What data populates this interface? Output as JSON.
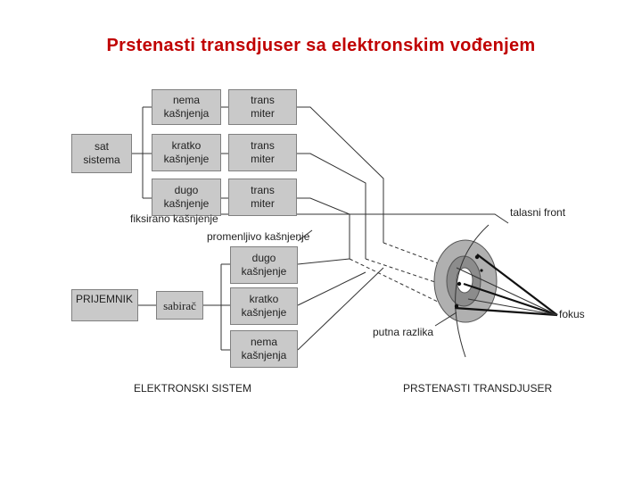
{
  "title": "Prstenasti transdjuser sa elektronskim vođenjem",
  "boxes": {
    "sat_sistema": "sat\nsistema",
    "tx_delay_none": "nema\nkašnjenja",
    "tx_delay_short": "kratko\nkašnjenje",
    "tx_delay_long": "dugo\nkašnjenje",
    "transmitter_1": "trans\nmiter",
    "transmitter_2": "trans\nmiter",
    "transmitter_3": "trans\nmiter",
    "prijemnik": "PRIJEMNIK",
    "sabirac": "sabirač",
    "rx_delay_long": "dugo\nkašnjenje",
    "rx_delay_short": "kratko\nkašnjenje",
    "rx_delay_none": "nema\nkašnjenja"
  },
  "labels": {
    "fiksirano": "fiksirano kašnjenje",
    "promenljivo": "promenljivo kašnjenje",
    "talasni_front": "talasni front",
    "fokus": "fokus",
    "putna_razlika": "putna razlika",
    "elektronski_sistem": "ELEKTRONSKI SISTEM",
    "prstenasti_transdjuser": "PRSTENASTI TRANSDJUSER"
  },
  "colors": {
    "title": "#c00000",
    "box_fill": "#c9c9c9",
    "box_border": "#808080",
    "line": "#333333",
    "ring_outer": "#b0b0b0",
    "ring_inner": "#8c8c8c"
  }
}
